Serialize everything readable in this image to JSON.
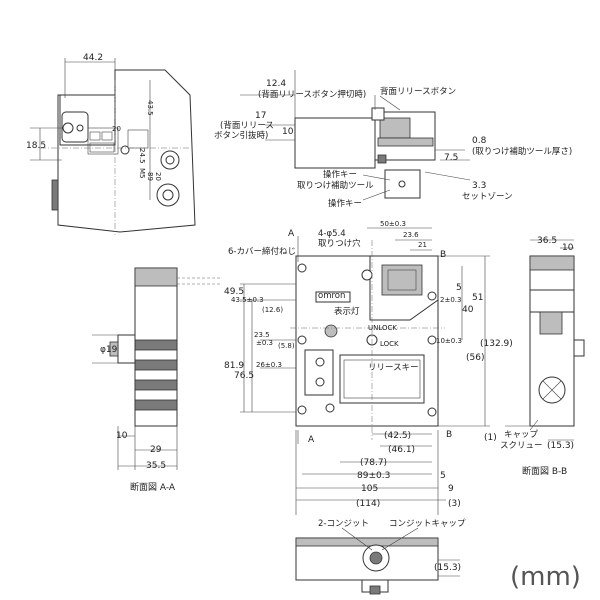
{
  "unit_label": "(mm)",
  "top_left": {
    "d_44_2": "44.2",
    "d_18_5": "18.5",
    "v_43_5": "43.5",
    "v_24_5": "24.5",
    "v_20": "20",
    "v_m5": "M5",
    "v_89": "89",
    "v_20b": "20"
  },
  "top_right": {
    "d_12_4": "12.4",
    "l_press": "(背面リリースボタン押切時)",
    "l_release_btn": "背面リリースボタン",
    "d_17": "17",
    "l_pull": "(背面リリース",
    "l_pull2": "ボタン引抜時)",
    "d_10": "10",
    "d_0_8": "0.8",
    "l_tool_thick": "(取りつけ補助ツール厚さ)",
    "d_7_5": "7.5",
    "l_opkey": "操作キー",
    "l_opkey_tool": "取りつけ補助ツール",
    "l_opkey2": "操作キー",
    "d_3_3": "3.3",
    "l_setzone": "セットゾーン"
  },
  "front": {
    "l_A_top": "A",
    "l_A_bottom": "A",
    "l_B_top": "B",
    "l_B_bottom": "B",
    "l_cover_screw": "6-カバー締付ねじ",
    "l_holes": "4-φ5.4",
    "l_holes2": "取りつけ穴",
    "d_50": "50±0.3",
    "d_23_6": "23.6",
    "d_21": "21",
    "d_49_5": "49.5",
    "d_43_5": "43.5±0.3",
    "d_12_6": "(12.6)",
    "l_indicator": "表示灯",
    "d_23_5": "23.5",
    "d_pm03a": "±0.3",
    "d_5_8": "(5.8)",
    "d_81_9": "81.9",
    "d_76_5": "76.5",
    "d_26": "26±0.3",
    "l_release_key": "リリースキー",
    "l_unlock": "UNLOCK",
    "l_lock": "LOCK",
    "l_omron": "omron",
    "d_5r": "5",
    "d_2": "2±0.3",
    "d_51": "51",
    "d_40": "40",
    "d_10r": "10±0.3",
    "d_132_9": "(132.9)",
    "d_56": "(56)",
    "d_42_5": "(42.5)",
    "d_46_1": "(46.1)",
    "d_78_7": "(78.7)",
    "d_89": "89±0.3",
    "d_5b": "5",
    "d_105": "105",
    "d_9": "9",
    "d_114": "(114)",
    "d_3": "(3)"
  },
  "section_aa": {
    "d_19": "φ19",
    "d_10": "10",
    "d_29": "29",
    "d_35_5": "35.5",
    "caption": "断面図 A-A"
  },
  "section_bb": {
    "d_36_5": "36.5",
    "d_10": "10",
    "d_1": "(1)",
    "l_cap": "キャップ",
    "l_screw": "スクリュー",
    "d_15_3": "(15.3)",
    "caption": "断面図 B-B"
  },
  "bottom": {
    "l_conduit": "2-コンジット",
    "l_conduit_cap": "コンジットキャップ",
    "d_15_3": "(15.3)"
  }
}
